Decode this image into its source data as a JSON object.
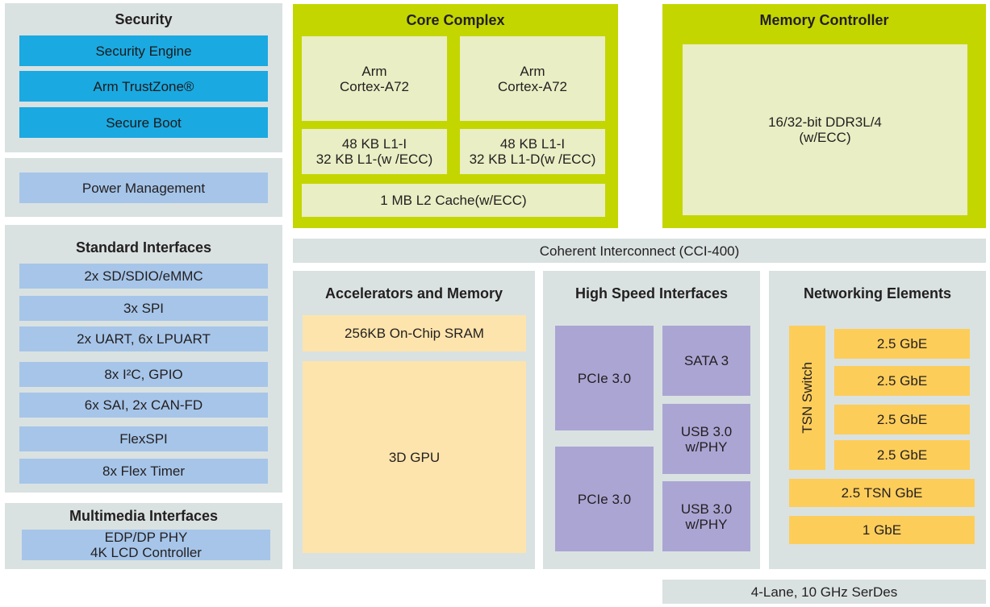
{
  "security": {
    "title": "Security",
    "items": [
      "Security Engine",
      "Arm TrustZone®",
      "Secure Boot"
    ]
  },
  "power": {
    "label": "Power Management"
  },
  "standard_interfaces": {
    "title": "Standard Interfaces",
    "items": [
      "2x SD/SDIO/eMMC",
      "3x SPI",
      "2x UART, 6x LPUART",
      "8x I²C, GPIO",
      "6x SAI, 2x CAN-FD",
      "FlexSPI",
      "8x Flex Timer"
    ]
  },
  "multimedia": {
    "title": "Multimedia Interfaces",
    "label": "EDP/DP PHY\n4K LCD Controller"
  },
  "core_complex": {
    "title": "Core Complex",
    "cores": [
      "Arm\nCortex-A72",
      "Arm\nCortex-A72"
    ],
    "caches": [
      "48 KB L1-I\n32 KB L1-(w /ECC)",
      "48 KB L1-I\n32 KB L1-D(w /ECC)"
    ],
    "l2": "1 MB L2 Cache(w/ECC)"
  },
  "memory_controller": {
    "title": "Memory Controller",
    "label": "16/32-bit DDR3L/4\n(w/ECC)"
  },
  "interconnect": {
    "label": "Coherent Interconnect (CCI-400)"
  },
  "accelerators": {
    "title": "Accelerators and Memory",
    "sram": "256KB On-Chip SRAM",
    "gpu": "3D GPU"
  },
  "high_speed": {
    "title": "High Speed Interfaces",
    "pcie": [
      "PCIe 3.0",
      "PCIe 3.0"
    ],
    "sata": "SATA 3",
    "usb": [
      "USB 3.0\nw/PHY",
      "USB 3.0\nw/PHY"
    ]
  },
  "networking": {
    "title": "Networking Elements",
    "tsn_switch": "TSN Switch",
    "gbe": [
      "2.5 GbE",
      "2.5 GbE",
      "2.5 GbE",
      "2.5 GbE"
    ],
    "tsn_gbe": "2.5 TSN GbE",
    "one_gbe": "1 GbE"
  },
  "serdes": {
    "label": "4-Lane, 10 GHz SerDes"
  }
}
